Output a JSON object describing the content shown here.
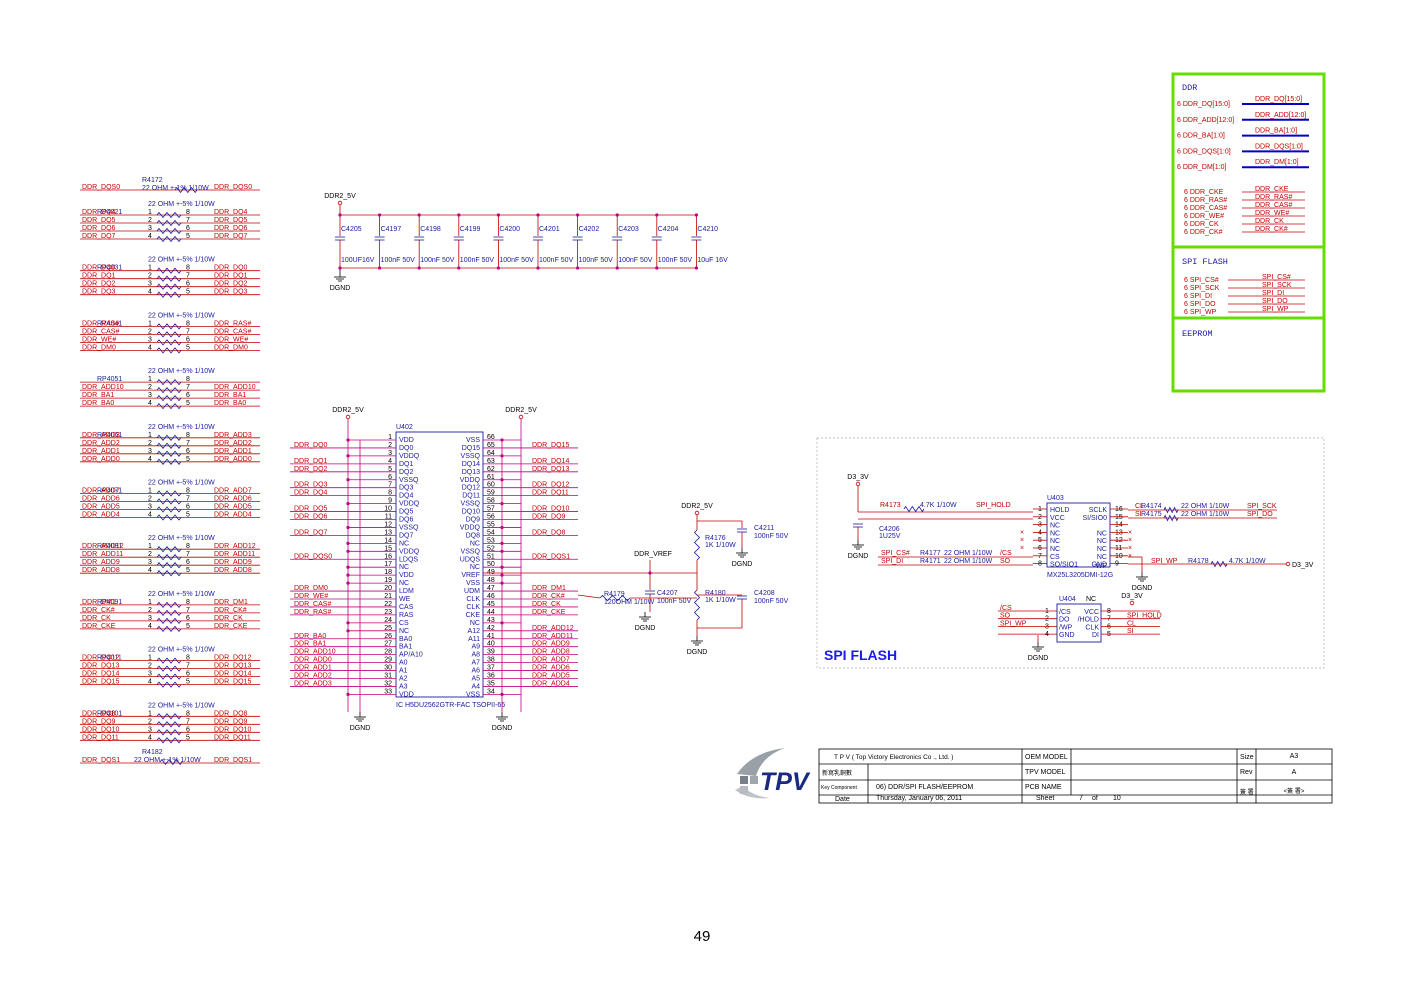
{
  "page_number": "49",
  "colors": {
    "net": "#c00000",
    "part": "#1a1aa0",
    "frame": "#66dd00",
    "bus": "#0000c0"
  },
  "resistor_packs": [
    {
      "value": "22 OHM +-5% 1/10W",
      "ref": "RP4021",
      "pairs": [
        [
          "DDR_DQ4",
          "DDR_DQ4"
        ],
        [
          "DDR_DQ5",
          "DDR_DQ5"
        ],
        [
          "DDR_DQ6",
          "DDR_DQ6"
        ],
        [
          "DDR_DQ7",
          "DDR_DQ7"
        ]
      ]
    },
    {
      "value": "22 OHM +-5% 1/10W",
      "ref": "RP4031",
      "pairs": [
        [
          "DDR_DQ0",
          "DDR_DQ0"
        ],
        [
          "DDR_DQ1",
          "DDR_DQ1"
        ],
        [
          "DDR_DQ2",
          "DDR_DQ2"
        ],
        [
          "DDR_DQ3",
          "DDR_DQ3"
        ]
      ]
    },
    {
      "value": "22 OHM +-5% 1/10W",
      "ref": "RP4041",
      "pairs": [
        [
          "DDR_RAS#",
          "DDR_RAS#"
        ],
        [
          "DDR_CAS#",
          "DDR_CAS#"
        ],
        [
          "DDR_WE#",
          "DDR_WE#"
        ],
        [
          "DDR_DM0",
          "DDR_DM0"
        ]
      ]
    },
    {
      "value": "22 OHM +-5% 1/10W",
      "ref": "RP4051",
      "pairs": [
        [
          "",
          "",
          ""
        ],
        [
          "DDR_ADD10",
          "DDR_ADD10"
        ],
        [
          "DDR_BA1",
          "DDR_BA1"
        ],
        [
          "DDR_BA0",
          "DDR_BA0"
        ]
      ]
    },
    {
      "value": "22 OHM +-5% 1/10W",
      "ref": "RP4061",
      "pairs": [
        [
          "DDR_ADD3",
          "DDR_ADD3"
        ],
        [
          "DDR_ADD2",
          "DDR_ADD2"
        ],
        [
          "DDR_ADD1",
          "DDR_ADD1"
        ],
        [
          "DDR_ADD0",
          "DDR_ADD0"
        ]
      ]
    },
    {
      "value": "22 OHM +-5% 1/10W",
      "ref": "RP4071",
      "pairs": [
        [
          "DDR_ADD7",
          "DDR_ADD7"
        ],
        [
          "DDR_ADD6",
          "DDR_ADD6"
        ],
        [
          "DDR_ADD5",
          "DDR_ADD5"
        ],
        [
          "DDR_ADD4",
          "DDR_ADD4"
        ]
      ]
    },
    {
      "value": "22 OHM +-5% 1/10W",
      "ref": "RP4081",
      "pairs": [
        [
          "DDR_ADD12",
          "DDR_ADD12"
        ],
        [
          "DDR_ADD11",
          "DDR_ADD11"
        ],
        [
          "DDR_ADD9",
          "DDR_ADD9"
        ],
        [
          "DDR_ADD8",
          "DDR_ADD8"
        ]
      ]
    },
    {
      "value": "22 OHM +-5% 1/10W",
      "ref": "RP4091",
      "pairs": [
        [
          "DDR_DM1",
          "DDR_DM1"
        ],
        [
          "DDR_CK#",
          "DDR_CK#"
        ],
        [
          "DDR_CK",
          "DDR_CK"
        ],
        [
          "DDR_CKE",
          "DDR_CKE"
        ]
      ]
    },
    {
      "value": "22 OHM +-5% 1/10W",
      "ref": "RP4011",
      "pairs": [
        [
          "DDR_DQ12",
          "DDR_DQ12"
        ],
        [
          "DDR_DQ13",
          "DDR_DQ13"
        ],
        [
          "DDR_DQ14",
          "DDR_DQ14"
        ],
        [
          "DDR_DQ15",
          "DDR_DQ15"
        ]
      ]
    },
    {
      "value": "22 OHM +-5% 1/10W",
      "ref": "RP4101",
      "pairs": [
        [
          "DDR_DQ8",
          "DDR_DQ8"
        ],
        [
          "DDR_DQ9",
          "DDR_DQ9"
        ],
        [
          "DDR_DQ10",
          "DDR_DQ10"
        ],
        [
          "DDR_DQ11",
          "DDR_DQ11"
        ]
      ]
    }
  ],
  "pack_pins": [
    [
      "1",
      "8"
    ],
    [
      "2",
      "7"
    ],
    [
      "3",
      "6"
    ],
    [
      "4",
      "5"
    ]
  ],
  "r4172": {
    "ref": "R4172",
    "value": "22 OHM +-1% 1/10W",
    "left": "DDR_DQS0",
    "right": "DDR_DQS0"
  },
  "r4182": {
    "ref": "R4182",
    "value": "22 OHM +-1% 1/10W",
    "left": "DDR_DQS1",
    "right": "DDR_DQS1"
  },
  "decoupling": {
    "rail": "DDR2_5V",
    "ground": "DGND",
    "caps": [
      {
        "ref": "C4205",
        "value": "100UF16V"
      },
      {
        "ref": "C4197",
        "value": "100nF 50V"
      },
      {
        "ref": "C4198",
        "value": "100nF 50V"
      },
      {
        "ref": "C4199",
        "value": "100nF 50V"
      },
      {
        "ref": "C4200",
        "value": "100nF 50V"
      },
      {
        "ref": "C4201",
        "value": "100nF 50V"
      },
      {
        "ref": "C4202",
        "value": "100nF 50V"
      },
      {
        "ref": "C4203",
        "value": "100nF 50V"
      },
      {
        "ref": "C4204",
        "value": "100nF 50V"
      },
      {
        "ref": "C4210",
        "value": "10uF 16V"
      }
    ]
  },
  "u402": {
    "ref": "U402",
    "part": "IC H5DU2562GTR-FAC TSOPII-66",
    "rail_left": "DDR2_5V",
    "rail_right": "DDR2_5V",
    "ground": "DGND",
    "left_pins": [
      [
        "1",
        "VDD",
        ""
      ],
      [
        "2",
        "DQ0",
        "DDR_DQ0"
      ],
      [
        "3",
        "VDDQ",
        ""
      ],
      [
        "4",
        "DQ1",
        "DDR_DQ1"
      ],
      [
        "5",
        "DQ2",
        "DDR_DQ2"
      ],
      [
        "6",
        "VSSQ",
        ""
      ],
      [
        "7",
        "DQ3",
        "DDR_DQ3"
      ],
      [
        "8",
        "DQ4",
        "DDR_DQ4"
      ],
      [
        "9",
        "VDDQ",
        ""
      ],
      [
        "10",
        "DQ5",
        "DDR_DQ5"
      ],
      [
        "11",
        "DQ6",
        "DDR_DQ6"
      ],
      [
        "12",
        "VSSQ",
        ""
      ],
      [
        "13",
        "DQ7",
        "DDR_DQ7"
      ],
      [
        "14",
        "NC",
        ""
      ],
      [
        "15",
        "VDDQ",
        ""
      ],
      [
        "16",
        "LDQS",
        "DDR_DQS0"
      ],
      [
        "17",
        "NC",
        ""
      ],
      [
        "18",
        "VDD",
        ""
      ],
      [
        "19",
        "NC",
        ""
      ],
      [
        "20",
        "LDM",
        "DDR_DM0"
      ],
      [
        "21",
        "WE",
        "DDR_WE#"
      ],
      [
        "22",
        "CAS",
        "DDR_CAS#"
      ],
      [
        "23",
        "RAS",
        "DDR_RAS#"
      ],
      [
        "24",
        "CS",
        ""
      ],
      [
        "25",
        "NC",
        ""
      ],
      [
        "26",
        "BA0",
        "DDR_BA0"
      ],
      [
        "27",
        "BA1",
        "DDR_BA1"
      ],
      [
        "28",
        "AP/A10",
        "DDR_ADD10"
      ],
      [
        "29",
        "A0",
        "DDR_ADD0"
      ],
      [
        "30",
        "A1",
        "DDR_ADD1"
      ],
      [
        "31",
        "A2",
        "DDR_ADD2"
      ],
      [
        "32",
        "A3",
        "DDR_ADD3"
      ],
      [
        "33",
        "VDD",
        ""
      ]
    ],
    "right_pins": [
      [
        "66",
        "VSS",
        ""
      ],
      [
        "65",
        "DQ15",
        "DDR_DQ15"
      ],
      [
        "64",
        "VSSQ",
        ""
      ],
      [
        "63",
        "DQ14",
        "DDR_DQ14"
      ],
      [
        "62",
        "DQ13",
        "DDR_DQ13"
      ],
      [
        "61",
        "VDDQ",
        ""
      ],
      [
        "60",
        "DQ12",
        "DDR_DQ12"
      ],
      [
        "59",
        "DQ11",
        "DDR_DQ11"
      ],
      [
        "58",
        "VSSQ",
        ""
      ],
      [
        "57",
        "DQ10",
        "DDR_DQ10"
      ],
      [
        "56",
        "DQ9",
        "DDR_DQ9"
      ],
      [
        "55",
        "VDDQ",
        ""
      ],
      [
        "54",
        "DQ8",
        "DDR_DQ8"
      ],
      [
        "53",
        "NC",
        ""
      ],
      [
        "52",
        "VSSQ",
        ""
      ],
      [
        "51",
        "UDQS",
        "DDR_DQS1"
      ],
      [
        "50",
        "NC",
        ""
      ],
      [
        "49",
        "VREF",
        ""
      ],
      [
        "48",
        "VSS",
        ""
      ],
      [
        "47",
        "UDM",
        "DDR_DM1"
      ],
      [
        "46",
        "CLK",
        "DDR_CK#"
      ],
      [
        "45",
        "CLK",
        "DDR_CK"
      ],
      [
        "44",
        "CKE",
        "DDR_CKE"
      ],
      [
        "43",
        "NC",
        ""
      ],
      [
        "42",
        "A12",
        "DDR_ADD12"
      ],
      [
        "41",
        "A11",
        "DDR_ADD11"
      ],
      [
        "40",
        "A9",
        "DDR_ADD9"
      ],
      [
        "39",
        "A8",
        "DDR_ADD8"
      ],
      [
        "38",
        "A7",
        "DDR_ADD7"
      ],
      [
        "37",
        "A6",
        "DDR_ADD6"
      ],
      [
        "36",
        "A5",
        "DDR_ADD5"
      ],
      [
        "35",
        "A4",
        "DDR_ADD4"
      ],
      [
        "34",
        "VSS",
        ""
      ]
    ]
  },
  "vref": {
    "rail": "DDR2_5V",
    "net": "DDR_VREF",
    "ground": "DGND",
    "r4176": {
      "ref": "R4176",
      "value": "1K 1/10W"
    },
    "r4180": {
      "ref": "R4180",
      "value": "1K 1/10W"
    },
    "c4211": {
      "ref": "C4211",
      "value": "100nF 50V"
    },
    "c4208": {
      "ref": "C4208",
      "value": "100nF 50V"
    },
    "c4207": {
      "ref": "C4207",
      "value": "100nF 50V"
    },
    "r4179": {
      "ref": "R4179",
      "value": "120OHM 1/10W"
    }
  },
  "ports": {
    "ddr_title": "DDR",
    "ddr_bus": [
      {
        "in": "6 DDR_DQ[15:0]",
        "out": "DDR_DQ[15:0]"
      },
      {
        "in": "6 DDR_ADD[12:0]",
        "out": "DDR_ADD[12:0]"
      },
      {
        "in": "6 DDR_BA[1:0]",
        "out": "DDR_BA[1:0]"
      },
      {
        "in": "6 DDR_DQS[1:0]",
        "out": "DDR_DQS[1:0]"
      },
      {
        "in": "6 DDR_DM[1:0]",
        "out": "DDR_DM[1:0]"
      }
    ],
    "ddr_ctrl": [
      {
        "in": "6 DDR_CKE",
        "out": "DDR_CKE"
      },
      {
        "in": "6 DDR_RAS#",
        "out": "DDR_RAS#"
      },
      {
        "in": "6 DDR_CAS#",
        "out": "DDR_CAS#"
      },
      {
        "in": "6 DDR_WE#",
        "out": "DDR_WE#"
      },
      {
        "in": "6 DDR_CK",
        "out": "DDR_CK"
      },
      {
        "in": "6 DDR_CK#",
        "out": "DDR_CK#"
      }
    ],
    "spi_title": "SPI FLASH",
    "spi": [
      {
        "in": "6 SPI_CS#",
        "out": "SPI_CS#"
      },
      {
        "in": "6 SPI_SCK",
        "out": "SPI_SCK"
      },
      {
        "in": "6 SPI_DI",
        "out": "SPI_DI"
      },
      {
        "in": "6 SPI_DO",
        "out": "SPI_DO"
      },
      {
        "in": "6 SPI_WP",
        "out": "SPI_WP"
      }
    ],
    "eeprom_title": "EEPROM"
  },
  "spi": {
    "title": "SPI FLASH",
    "rail": "D3_3V",
    "ground": "DGND",
    "u403": {
      "ref": "U403",
      "part": "MX25L3205DMI-12G",
      "left": [
        [
          "1",
          "HOLD"
        ],
        [
          "2",
          "VCC"
        ],
        [
          "3",
          "NC"
        ],
        [
          "4",
          "NC"
        ],
        [
          "5",
          "NC"
        ],
        [
          "6",
          "NC"
        ],
        [
          "7",
          "CS"
        ],
        [
          "8",
          "SO/SIO1"
        ]
      ],
      "right": [
        [
          "16",
          "SCLK"
        ],
        [
          "15",
          "SI/SIO0"
        ],
        [
          "14",
          ""
        ],
        [
          "13",
          "NC"
        ],
        [
          "12",
          "NC"
        ],
        [
          "11",
          "NC"
        ],
        [
          "10",
          "NC"
        ],
        [
          "9",
          "GND"
        ]
      ],
      "extra_right": "WP"
    },
    "r4173": {
      "ref": "R4173",
      "value": "4.7K 1/10W",
      "net": "SPI_HOLD"
    },
    "c4206": {
      "ref": "C4206",
      "value": "1U25V"
    },
    "r4177": {
      "ref": "R4177",
      "value": "22 OHM 1/10W",
      "in": "SPI_CS#",
      "out": "/CS"
    },
    "r4171": {
      "ref": "R4171",
      "value": "22 OHM 1/10W",
      "in": "SPI_DI",
      "out": "SO"
    },
    "r4174": {
      "ref": "R4174",
      "value": "22 OHM 1/10W",
      "net": "SPI_SCK",
      "pin": "CL"
    },
    "r4175": {
      "ref": "R4175",
      "value": "22 OHM 1/10W",
      "net": "SPI_DO",
      "pin": "SI"
    },
    "r4178": {
      "ref": "R4178",
      "value": "4.7K 1/10W",
      "net": "SPI_WP"
    },
    "u404": {
      "ref": "U404",
      "label": "NC",
      "left": [
        [
          "1",
          "/CS"
        ],
        [
          "2",
          "DO"
        ],
        [
          "3",
          "/WP"
        ],
        [
          "4",
          "GND"
        ]
      ],
      "right": [
        [
          "8",
          "VCC"
        ],
        [
          "7",
          "/HOLD"
        ],
        [
          "6",
          "CLK"
        ],
        [
          "5",
          "DI"
        ]
      ],
      "nets_left": [
        "/CS",
        "SO",
        "SPI_WP"
      ],
      "nets_right": [
        "SPI_HOLD",
        "CL",
        "SI"
      ]
    }
  },
  "title_block": {
    "company": "T P V ( Top   Victory   Electronics   Co .,  Ltd. )",
    "oem_model_label": "OEM MODEL",
    "size_label": "Size",
    "size": "A3",
    "row2_left": "新寫乳銅數",
    "tpv_model_label": "TPV MODEL",
    "rev_label": "Rev",
    "rev": "A",
    "key_component_label": "Key Component",
    "key_component": "06) DDR/SPI FLASH/EEPROM",
    "pcb_name_label": "PCB NAME",
    "sign_label": "簽 署",
    "sign": "<簽 署>",
    "date_label": "Date",
    "date": "Thursday, January 06, 2011",
    "sheet_label": "Sheet",
    "sheet": "7",
    "of_label": "of",
    "sheets": "10",
    "logo": "TPV"
  }
}
